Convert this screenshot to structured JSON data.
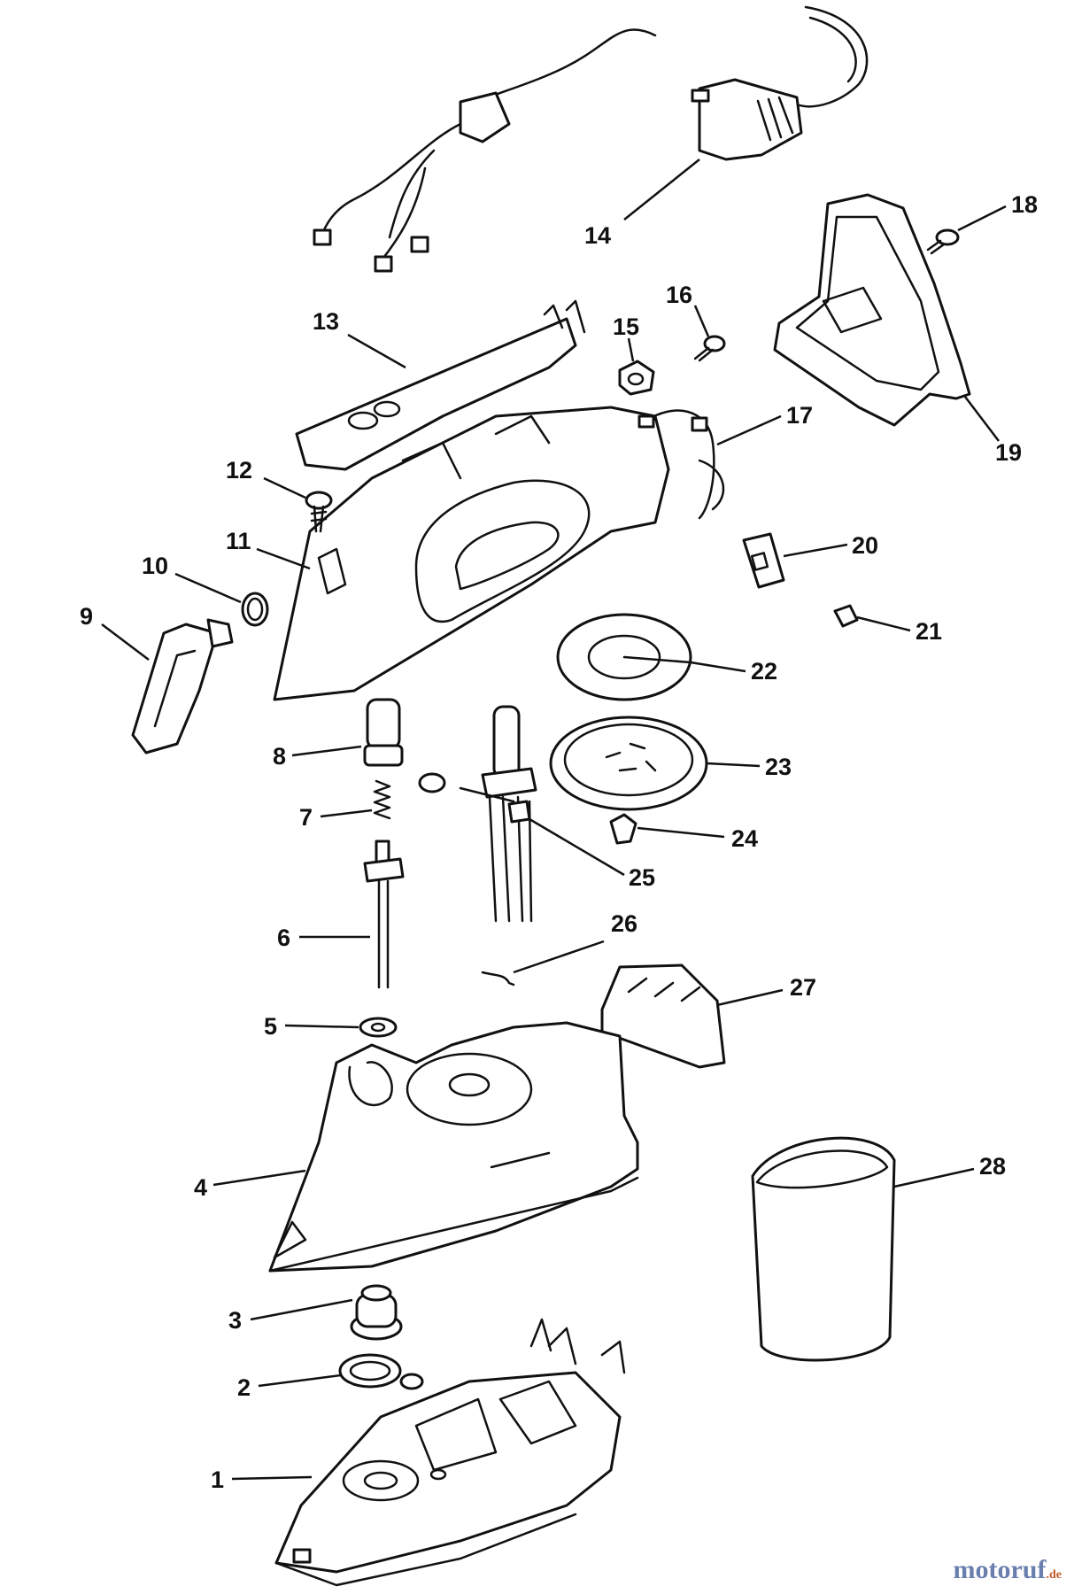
{
  "diagram": {
    "callouts": [
      {
        "id": "1",
        "label": "1"
      },
      {
        "id": "2",
        "label": "2"
      },
      {
        "id": "3",
        "label": "3"
      },
      {
        "id": "4",
        "label": "4"
      },
      {
        "id": "5",
        "label": "5"
      },
      {
        "id": "6",
        "label": "6"
      },
      {
        "id": "7",
        "label": "7"
      },
      {
        "id": "8",
        "label": "8"
      },
      {
        "id": "9",
        "label": "9"
      },
      {
        "id": "10",
        "label": "10"
      },
      {
        "id": "11",
        "label": "11"
      },
      {
        "id": "12",
        "label": "12"
      },
      {
        "id": "13",
        "label": "13"
      },
      {
        "id": "14",
        "label": "14"
      },
      {
        "id": "15",
        "label": "15"
      },
      {
        "id": "16",
        "label": "16"
      },
      {
        "id": "17",
        "label": "17"
      },
      {
        "id": "18",
        "label": "18"
      },
      {
        "id": "19",
        "label": "19"
      },
      {
        "id": "20",
        "label": "20"
      },
      {
        "id": "21",
        "label": "21"
      },
      {
        "id": "22",
        "label": "22"
      },
      {
        "id": "23",
        "label": "23"
      },
      {
        "id": "24",
        "label": "24"
      },
      {
        "id": "25",
        "label": "25"
      },
      {
        "id": "26",
        "label": "26"
      },
      {
        "id": "27",
        "label": "27"
      },
      {
        "id": "28",
        "label": "28"
      }
    ]
  },
  "watermark": {
    "brand": "motoruf",
    "suffix": ".de"
  }
}
